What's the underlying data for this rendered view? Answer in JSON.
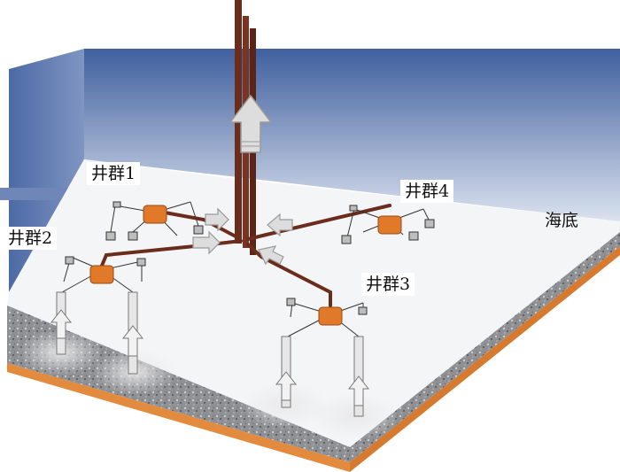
{
  "labels": {
    "group1": "井群1",
    "group2": "井群2",
    "group3": "井群3",
    "group4": "井群4",
    "seabed": "海底"
  },
  "colors": {
    "water_top": "#3f5f9e",
    "water_bottom": "#d9e0ee",
    "seabed_surface": "#f4f5f7",
    "gravel": "#8f9094",
    "sediment_edge": "#e28a3e",
    "pipeline": "#6b2c1c",
    "manifold": "#e07a2a",
    "arrow": "#dddddd"
  },
  "diagram": {
    "well_groups": 4,
    "riser_arrow_direction": "up",
    "flow_arrow_direction": "toward-center"
  }
}
